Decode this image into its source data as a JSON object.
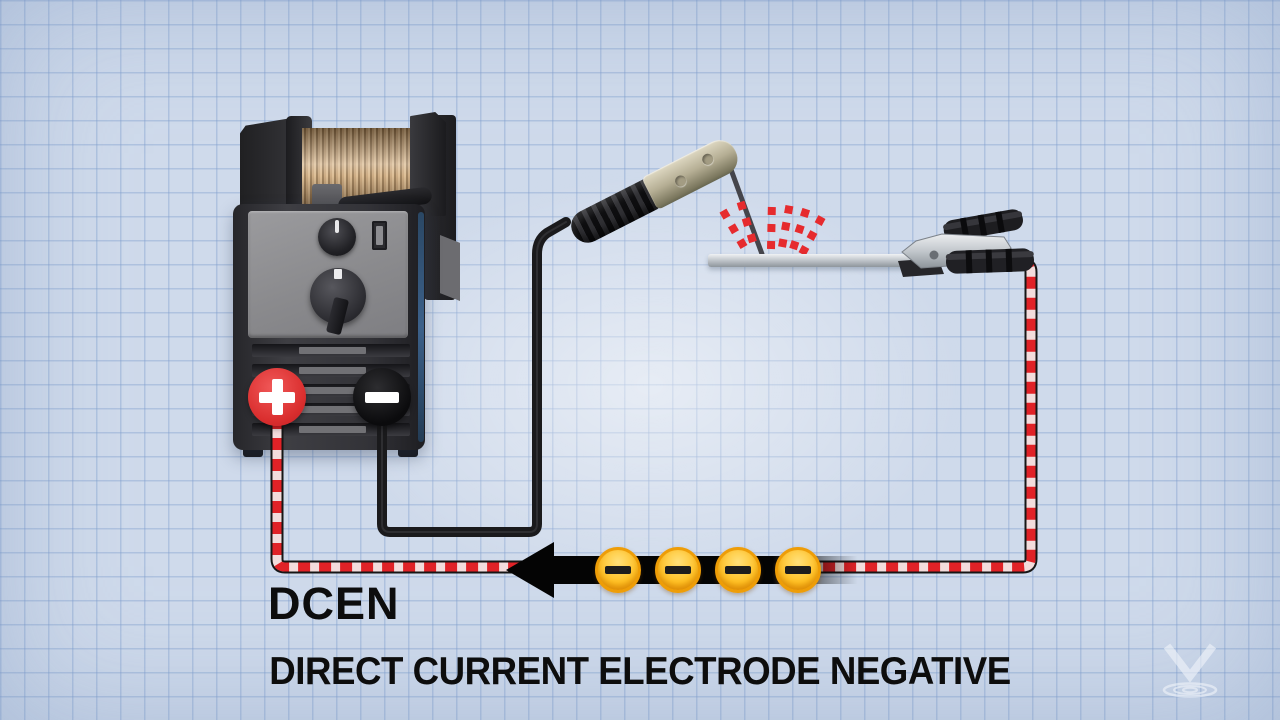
{
  "scene": {
    "abbreviation": "DCEN",
    "title": "DIRECT CURRENT ELECTRODE NEGATIVE",
    "machine": {
      "positive_terminal_symbol": "+",
      "negative_terminal_symbol": "−"
    },
    "electron_flow": {
      "symbol": "−",
      "count": 4,
      "direction": "left"
    },
    "icons": {
      "positive_terminal": "plus-icon",
      "negative_terminal": "minus-icon",
      "electron": "minus-icon",
      "watermark": "v-ripple-logo"
    },
    "colors": {
      "background": "#cfdaeb",
      "grid_line": "#809ecd",
      "positive_red": "#da2e2e",
      "negative_black": "#0b0b0d",
      "work_cable_red": "#e02227",
      "work_cable_stripe": "#f3dcdc",
      "electrode_cable_black": "#1a1a1c",
      "electron_yellow": "#ffc125",
      "spark_red": "#e62b2e",
      "text": "#0d0d0d"
    }
  }
}
